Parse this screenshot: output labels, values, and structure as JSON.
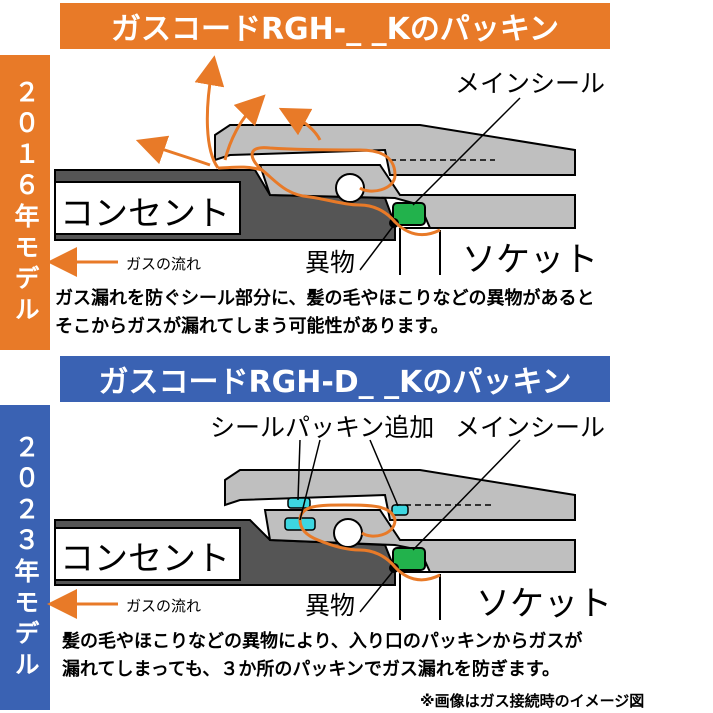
{
  "colors": {
    "orange": "#e87a28",
    "blue": "#3a62b3",
    "gray_dark": "#555555",
    "gray_light": "#bfbfbf",
    "seal_green": "#22b24c",
    "seal_cyan": "#3dd6e0"
  },
  "section_2016": {
    "side_label": "２０１６年モデル",
    "title": "ガスコードRGH-_ _Kのパッキン",
    "main_seal_label": "メインシール",
    "consent_label": "コンセント",
    "socket_label": "ソケット",
    "foreign_matter_label": "異物",
    "gas_flow_label": "ガスの流れ",
    "description": [
      "ガス漏れを防ぐシール部分に、髪の毛やほこりなどの異物があると",
      "そこからガスが漏れてしまう可能性があります。"
    ]
  },
  "section_2023": {
    "side_label": "２０２３年モデル",
    "title": "ガスコードRGH-D_ _Kのパッキン",
    "added_seal_label": "シールパッキン追加",
    "main_seal_label": "メインシール",
    "consent_label": "コンセント",
    "socket_label": "ソケット",
    "foreign_matter_label": "異物",
    "gas_flow_label": "ガスの流れ",
    "description": [
      "髪の毛やほこりなどの異物により、入り口のパッキンからガスが",
      "漏れてしまっても、３か所のパッキンでガス漏れを防ぎます。"
    ]
  },
  "footnote": "※画像はガス接続時のイメージ図"
}
